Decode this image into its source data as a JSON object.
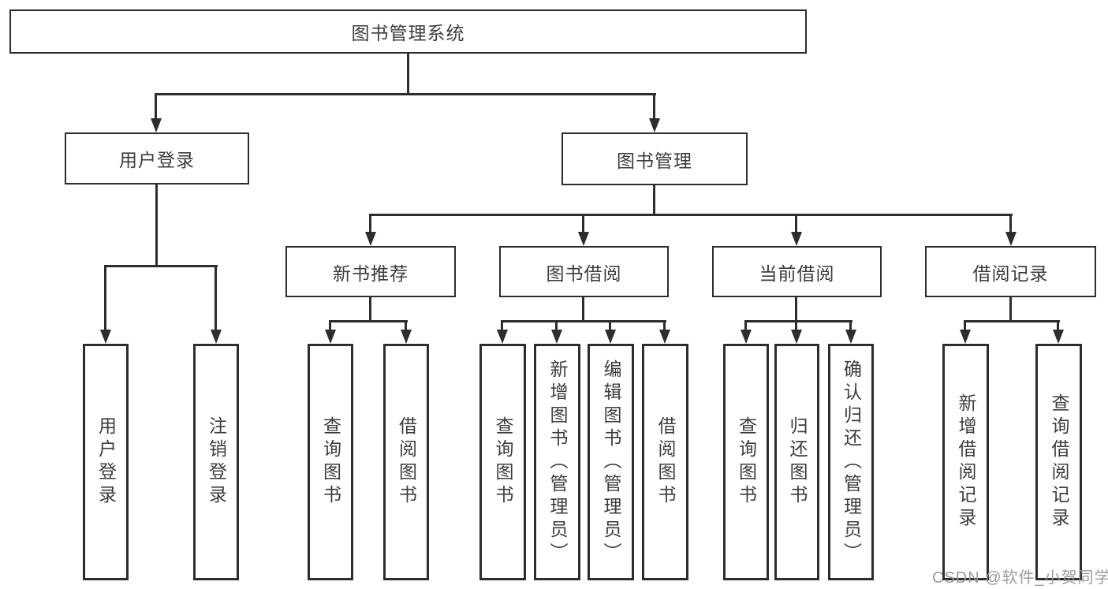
{
  "tree": {
    "label": "图书管理系统",
    "children": [
      {
        "label": "用户登录",
        "children": [
          {
            "label": "用户登录"
          },
          {
            "label": "注销登录"
          }
        ]
      },
      {
        "label": "图书管理",
        "children": [
          {
            "label": "新书推荐",
            "children": [
              {
                "label": "查询图书"
              },
              {
                "label": "借阅图书"
              }
            ]
          },
          {
            "label": "图书借阅",
            "children": [
              {
                "label": "查询图书"
              },
              {
                "label": "新增图书（管理员）"
              },
              {
                "label": "编辑图书（管理员）"
              },
              {
                "label": "借阅图书"
              }
            ]
          },
          {
            "label": "当前借阅",
            "children": [
              {
                "label": "查询图书"
              },
              {
                "label": "归还图书"
              },
              {
                "label": "确认归还（管理员）"
              }
            ]
          },
          {
            "label": "借阅记录",
            "children": [
              {
                "label": "新增借阅记录"
              },
              {
                "label": "查询借阅记录"
              }
            ]
          }
        ]
      }
    ]
  },
  "watermark": {
    "text": "CSDN @软件_小贺同学"
  },
  "colors": {
    "line": "#2d2d2d",
    "text": "#3c3c3c",
    "background": "#ffffff",
    "watermark": "#9b9b9b"
  }
}
